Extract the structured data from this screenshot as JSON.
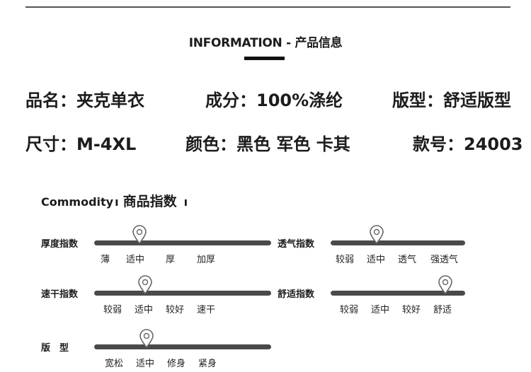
{
  "header": {
    "title": "INFORMATION - 产品信息"
  },
  "specs": {
    "name": "品名：夹克单衣",
    "material": "成分：100%涤纶",
    "fit": "版型：舒适版型",
    "size": "尺寸：M-4XL",
    "color": "颜色：黑色 军色 卡其",
    "style_no": "款号：24003"
  },
  "commodity": {
    "en": "Commodity",
    "zh": "商品指数"
  },
  "ratings": [
    {
      "label": "厚度指数",
      "options": [
        "薄",
        "适中",
        "厚",
        "加厚"
      ],
      "selected": 1
    },
    {
      "label": "透气指数",
      "options": [
        "较弱",
        "适中",
        "透气",
        "强透气"
      ],
      "selected": 1
    },
    {
      "label": "速干指数",
      "options": [
        "较弱",
        "适中",
        "较好",
        "速干"
      ],
      "selected": 1
    },
    {
      "label": "舒适指数",
      "options": [
        "较弱",
        "适中",
        "较好",
        "舒适"
      ],
      "selected": 3
    },
    {
      "label": "版　型",
      "options": [
        "宽松",
        "适中",
        "修身",
        "紧身"
      ],
      "selected": 1
    }
  ],
  "colors": {
    "track": "#4a4a4a",
    "pin": "#ffffff",
    "pin_stroke": "#666666"
  }
}
